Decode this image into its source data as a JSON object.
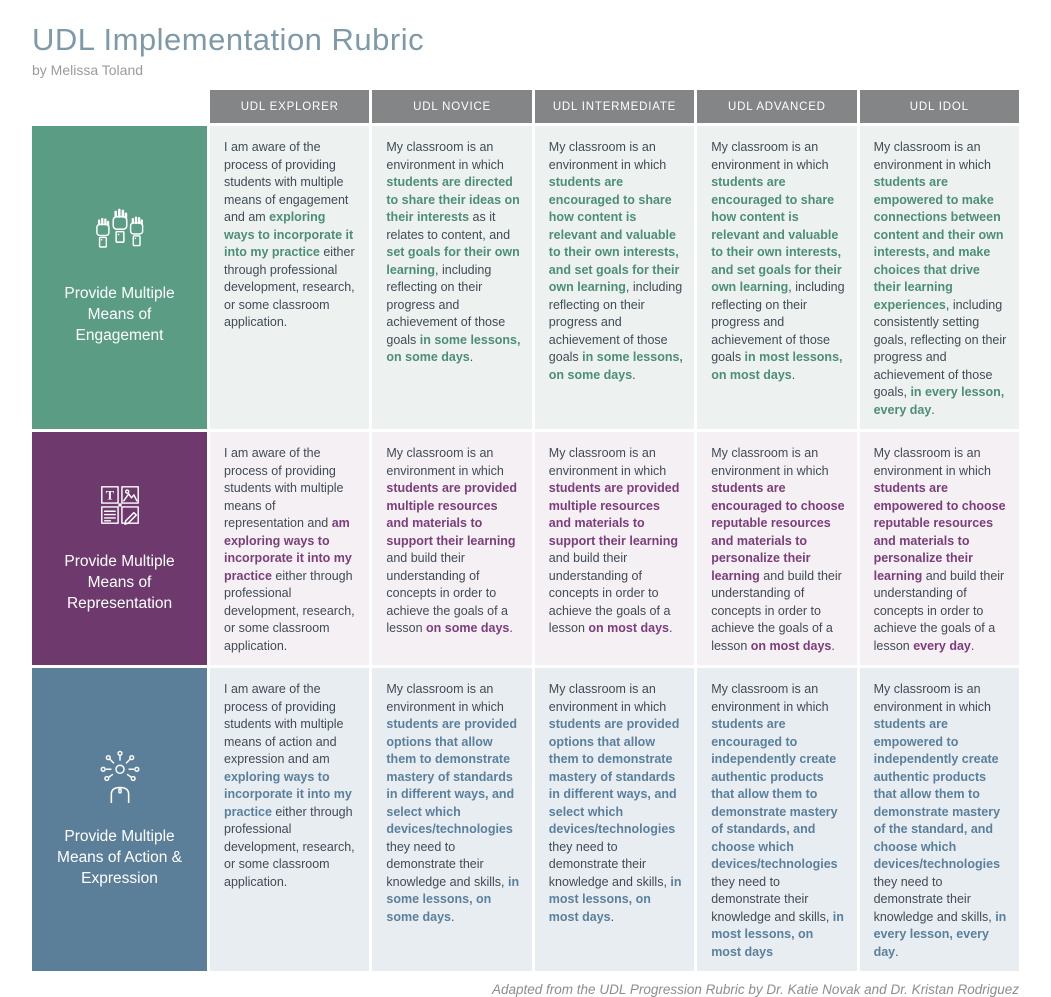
{
  "page": {
    "title": "UDL Implementation Rubric",
    "subtitle": "by Melissa Toland",
    "attribution": "Adapted from the UDL Progression Rubric by Dr. Katie Novak and Dr. Kristan Rodriguez"
  },
  "colors": {
    "title_text": "#7e99a7",
    "subtitle_text": "#9b9b9b",
    "column_header_bg": "#838587",
    "column_header_text": "#ffffff",
    "body_text": "#414b55",
    "attribution_text": "#8d8d8d"
  },
  "columns": [
    "UDL EXPLORER",
    "UDL NOVICE",
    "UDL INTERMEDIATE",
    "UDL ADVANCED",
    "UDL IDOL"
  ],
  "rows": [
    {
      "label": "Provide Multiple Means of Engagement",
      "icon": "raised-hands-icon",
      "colors": {
        "header_bg": "#5a9c84",
        "cell_bg": "#edf2f0",
        "em_text": "#4d8e77"
      },
      "cells": [
        {
          "segments": [
            {
              "text": "I am aware of the process of providing students with multiple means of engagement and am ",
              "em": false
            },
            {
              "text": "exploring ways to incorporate it into my practice",
              "em": true
            },
            {
              "text": " either through professional development, research, or some classroom application.",
              "em": false
            }
          ]
        },
        {
          "segments": [
            {
              "text": "My classroom is an environment in which ",
              "em": false
            },
            {
              "text": "students are directed to share their ideas on their interests",
              "em": true
            },
            {
              "text": " as it relates to content, and ",
              "em": false
            },
            {
              "text": "set goals for their own learning",
              "em": true
            },
            {
              "text": ", including reflecting on their progress and achievement of those goals ",
              "em": false
            },
            {
              "text": "in some lessons, on some days",
              "em": true
            },
            {
              "text": ".",
              "em": false
            }
          ]
        },
        {
          "segments": [
            {
              "text": "My classroom is an environment in which ",
              "em": false
            },
            {
              "text": "students are encouraged to share how content is relevant and valuable to their own interests, and set goals for their own learning",
              "em": true
            },
            {
              "text": ", including reflecting on their progress and achievement of those goals ",
              "em": false
            },
            {
              "text": "in some lessons, on some days",
              "em": true
            },
            {
              "text": ".",
              "em": false
            }
          ]
        },
        {
          "segments": [
            {
              "text": "My classroom is an environment in which ",
              "em": false
            },
            {
              "text": "students are encouraged to share how content is relevant and valuable to their own interests, and set goals for their own learning",
              "em": true
            },
            {
              "text": ", including reflecting on their progress and achievement of those goals ",
              "em": false
            },
            {
              "text": "in most lessons, on most days",
              "em": true
            },
            {
              "text": ".",
              "em": false
            }
          ]
        },
        {
          "segments": [
            {
              "text": "My classroom is an environment in which  ",
              "em": false
            },
            {
              "text": "students are empowered to make connections between content and their own interests, and make choices that drive their learning experiences",
              "em": true
            },
            {
              "text": ", including consistently setting goals,  reflecting on their progress and achievement of those goals, ",
              "em": false
            },
            {
              "text": "in every lesson, every day",
              "em": true
            },
            {
              "text": ".",
              "em": false
            }
          ]
        }
      ]
    },
    {
      "label": "Provide Multiple Means of Representation",
      "icon": "media-grid-icon",
      "colors": {
        "header_bg": "#6e3a6e",
        "cell_bg": "#f5f0f4",
        "em_text": "#7b3e7b"
      },
      "cells": [
        {
          "segments": [
            {
              "text": "I am aware of the process of providing students with multiple means of representation and ",
              "em": false
            },
            {
              "text": "am exploring ways to incorporate it into my practice",
              "em": true
            },
            {
              "text": " either through professional development, research, or some classroom application.",
              "em": false
            }
          ]
        },
        {
          "segments": [
            {
              "text": "My classroom is an environment in which ",
              "em": false
            },
            {
              "text": "students are provided multiple resources and materials to support their learning",
              "em": true
            },
            {
              "text": " and build their understanding of concepts in order to achieve the goals of a lesson ",
              "em": false
            },
            {
              "text": "on some days",
              "em": true
            },
            {
              "text": ".",
              "em": false
            }
          ]
        },
        {
          "segments": [
            {
              "text": "My classroom is an environment in which ",
              "em": false
            },
            {
              "text": "students are provided multiple  resources and materials to support their learning",
              "em": true
            },
            {
              "text": " and build their understanding of concepts in order to achieve the goals of a lesson ",
              "em": false
            },
            {
              "text": "on most days",
              "em": true
            },
            {
              "text": ".",
              "em": false
            }
          ]
        },
        {
          "segments": [
            {
              "text": "My classroom is an environment in which ",
              "em": false
            },
            {
              "text": "students are encouraged to choose reputable resources and materials to personalize their learning",
              "em": true
            },
            {
              "text": " and build their understanding of concepts in order to achieve the goals of a lesson ",
              "em": false
            },
            {
              "text": "on most days",
              "em": true
            },
            {
              "text": ".",
              "em": false
            }
          ]
        },
        {
          "segments": [
            {
              "text": "My classroom is an environment in which  ",
              "em": false
            },
            {
              "text": "students are empowered to choose reputable resources and materials to personalize their learning",
              "em": true
            },
            {
              "text": " and build their understanding of concepts in order to achieve the goals of a lesson ",
              "em": false
            },
            {
              "text": "every day",
              "em": true
            },
            {
              "text": ".",
              "em": false
            }
          ]
        }
      ]
    },
    {
      "label": "Provide Multiple Means of Action & Expression",
      "icon": "person-ideas-icon",
      "colors": {
        "header_bg": "#5c7f99",
        "cell_bg": "#e8edf2",
        "em_text": "#5b809c"
      },
      "cells": [
        {
          "segments": [
            {
              "text": "I am aware of the process of providing students with multiple means of action and expression and am ",
              "em": false
            },
            {
              "text": "exploring ways to incorporate it into my practice",
              "em": true
            },
            {
              "text": " either through professional development, research, or some classroom application.",
              "em": false
            }
          ]
        },
        {
          "segments": [
            {
              "text": "My classroom is an environment in which ",
              "em": false
            },
            {
              "text": "students are provided options that allow them to demonstrate mastery of standards in different ways, and select which devices/technologies",
              "em": true
            },
            {
              "text": " they need to demonstrate their knowledge and skills, ",
              "em": false
            },
            {
              "text": "in some lessons, on some days",
              "em": true
            },
            {
              "text": ".",
              "em": false
            }
          ]
        },
        {
          "segments": [
            {
              "text": "My classroom is an environment in which ",
              "em": false
            },
            {
              "text": "students are provided options that allow them to demonstrate mastery of standards in different ways, and select which devices/technologies",
              "em": true
            },
            {
              "text": " they need to demonstrate their knowledge and skills, ",
              "em": false
            },
            {
              "text": "in most lessons, on most days",
              "em": true
            },
            {
              "text": ".",
              "em": false
            }
          ]
        },
        {
          "segments": [
            {
              "text": "My classroom is an environment in which ",
              "em": false
            },
            {
              "text": "students are encouraged to independently create authentic products that allow them to demonstrate mastery of standards, and choose which devices/technologies",
              "em": true
            },
            {
              "text": " they need to demonstrate their knowledge and skills, ",
              "em": false
            },
            {
              "text": "in most lessons, on most days",
              "em": true
            }
          ]
        },
        {
          "segments": [
            {
              "text": "My classroom is an environment in which  ",
              "em": false
            },
            {
              "text": "students are empowered to independently create authentic products that allow them to demonstrate mastery of the standard, and choose which devices/technologies",
              "em": true
            },
            {
              "text": " they need to demonstrate their knowledge and skills, ",
              "em": false
            },
            {
              "text": "in every lesson, every day",
              "em": true
            },
            {
              "text": ".",
              "em": false
            }
          ]
        }
      ]
    }
  ]
}
